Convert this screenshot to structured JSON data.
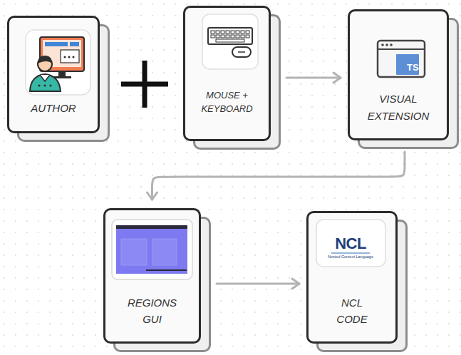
{
  "diagram": {
    "nodes": [
      {
        "text": [
          "AUTHOR"
        ]
      },
      {
        "text": [
          "MOUSE + KEYBOARD"
        ]
      },
      {
        "text": [
          "VISUAL EXTENSION"
        ]
      },
      {
        "text": [
          "REGIONS GUI"
        ]
      },
      {
        "text": [
          "NCL CODE"
        ]
      }
    ],
    "edges": [
      {
        "from": 1,
        "to": 2,
        "arrow": "to"
      },
      {
        "from": 2,
        "to": 3,
        "arrow": "to"
      },
      {
        "from": 3,
        "to": 4,
        "arrow": "to"
      }
    ],
    "labels": [
      "TS",
      "NCL",
      "Nested Context Language"
    ]
  }
}
